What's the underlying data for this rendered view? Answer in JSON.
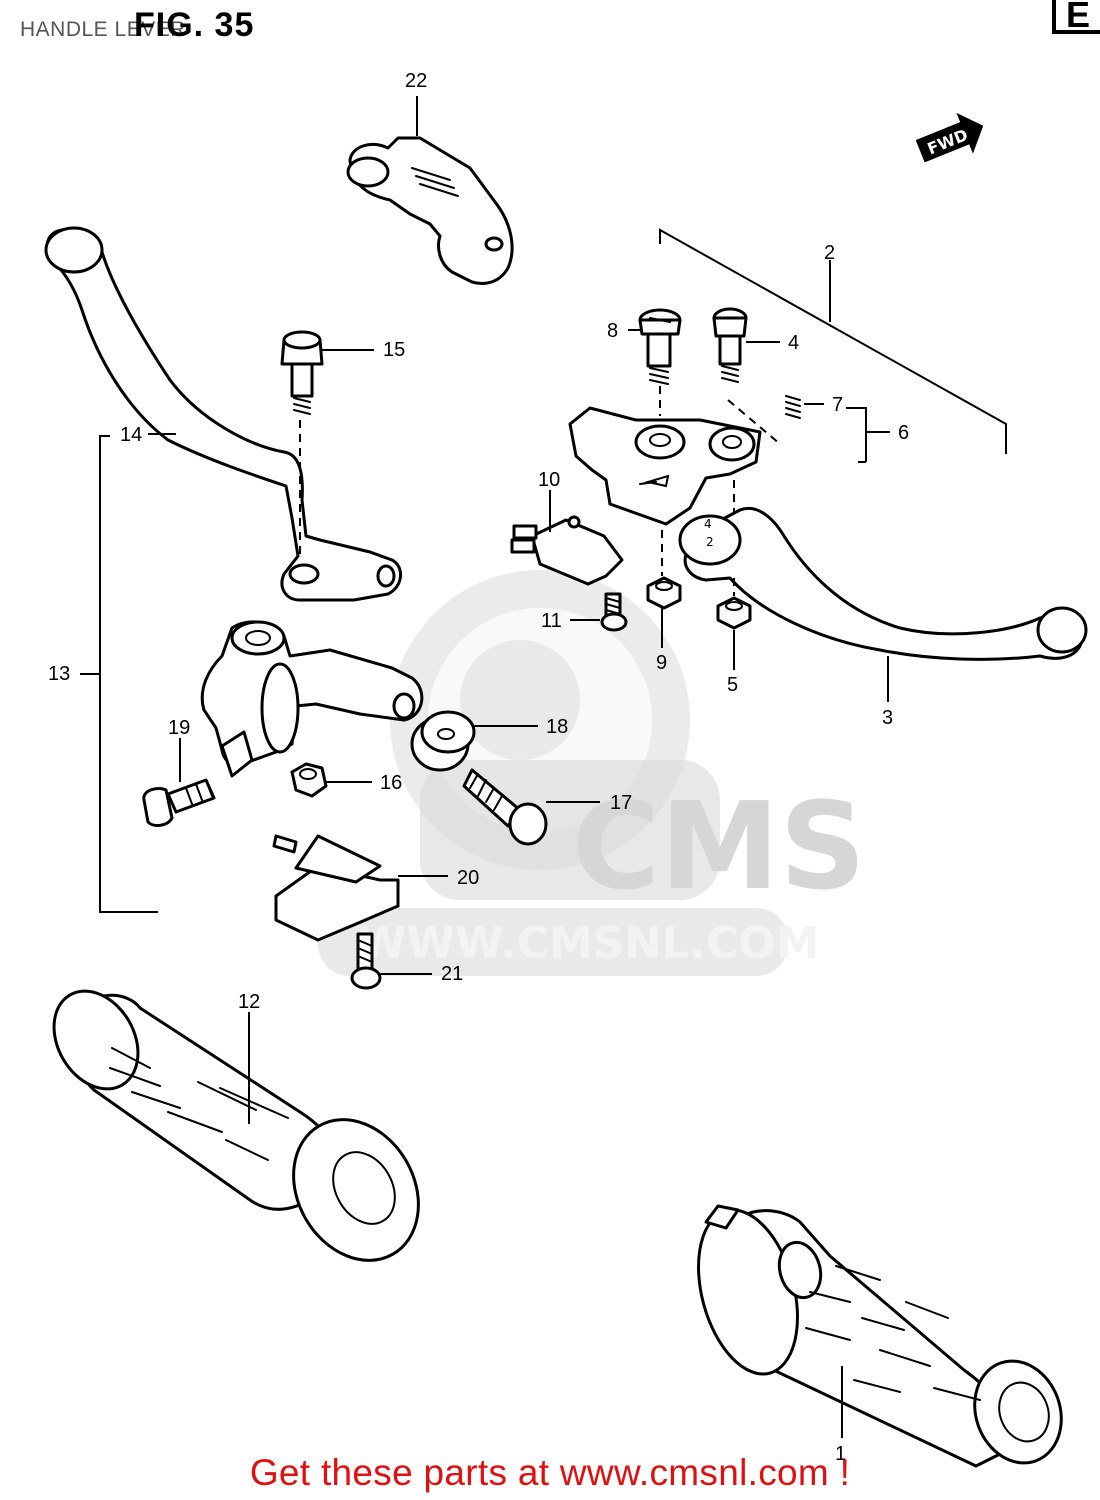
{
  "header": {
    "section_title": "HANDLE LEVER",
    "fig_title": "FIG. 35",
    "corner_letter": "E"
  },
  "fwd_badge": "FWD",
  "watermark": {
    "brand": "CMS",
    "url": "WWW.CMSNL.COM"
  },
  "callouts": [
    "1",
    "2",
    "3",
    "4",
    "5",
    "6",
    "7",
    "8",
    "9",
    "10",
    "11",
    "12",
    "13",
    "14",
    "15",
    "16",
    "17",
    "18",
    "19",
    "20",
    "21",
    "22"
  ],
  "footer": {
    "cta": "Get these parts at www.cmsnl.com !"
  },
  "colors": {
    "cta": "#dd1111",
    "line_art": "#000000",
    "watermark": "#d4d4d4"
  }
}
